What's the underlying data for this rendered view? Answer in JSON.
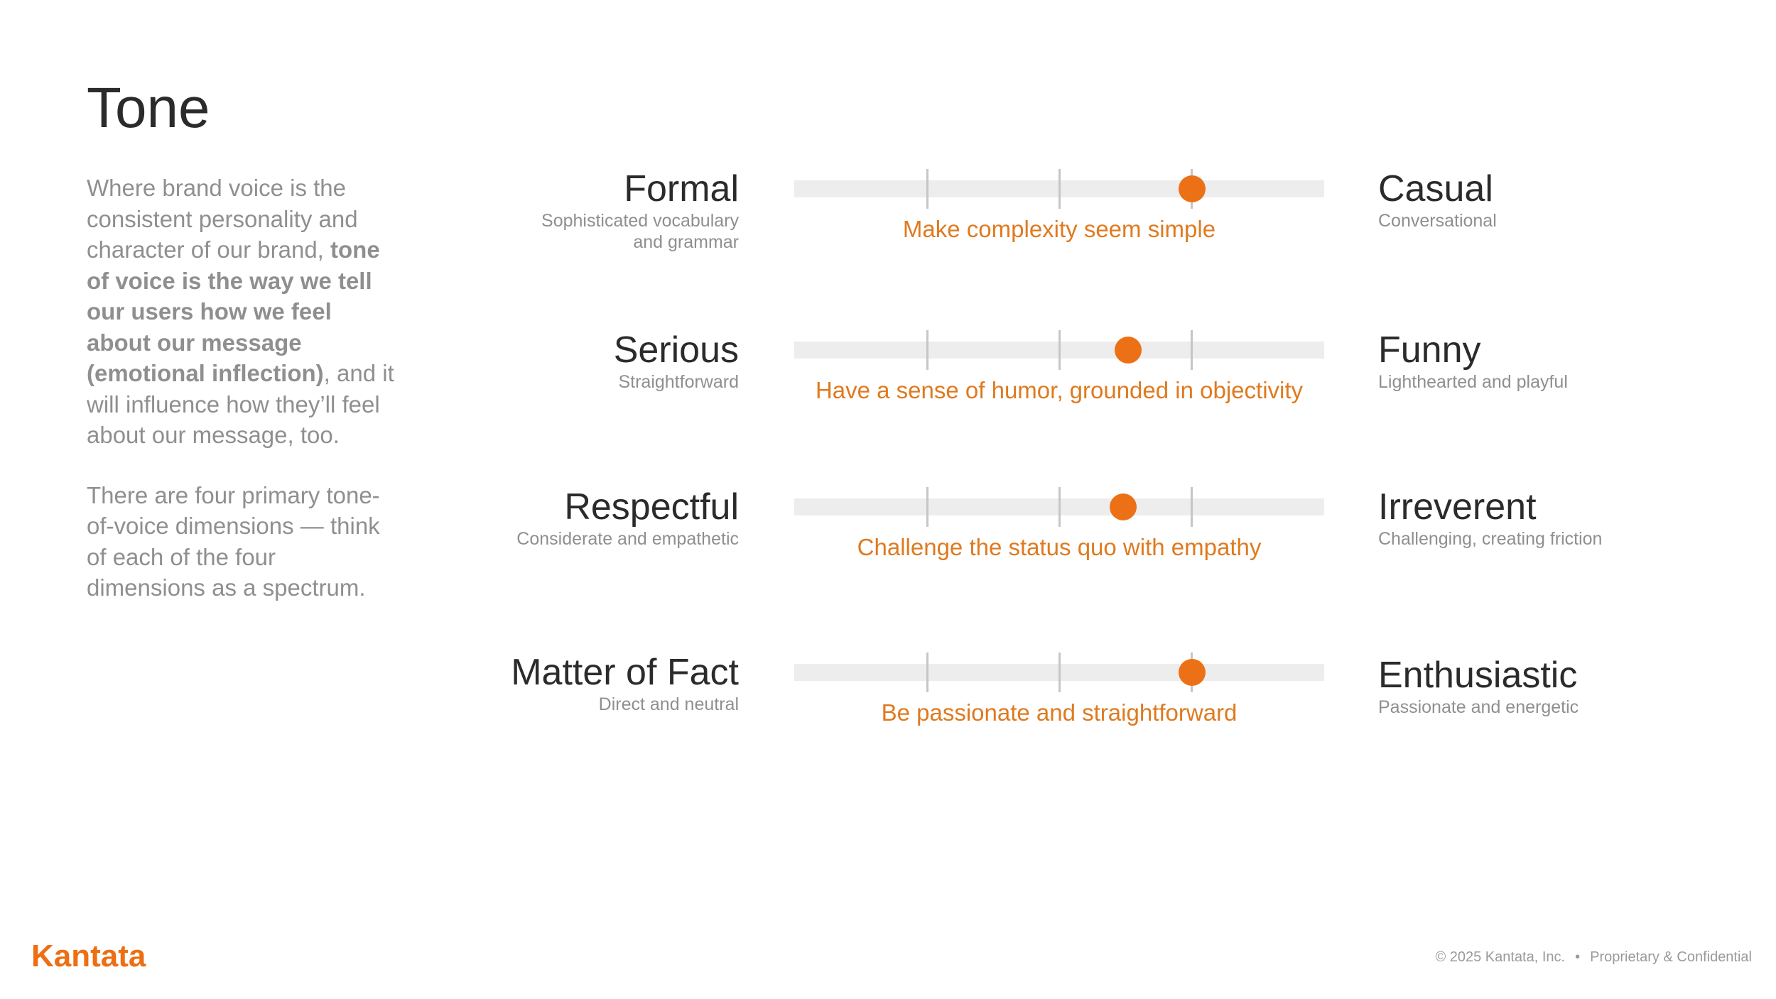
{
  "page": {
    "title": "Tone"
  },
  "intro": {
    "p1_a": "Where brand voice is the consistent personality and character of our brand, ",
    "p1_bold": "tone of voice is the way we tell our users how we feel about our message (emotional inflection)",
    "p1_b": ", and it will influence how they’ll feel about our message, too.",
    "p2": "There are four primary tone-of-voice dimensions — think of each of the four dimensions as a spectrum."
  },
  "dimensions": [
    {
      "left_term": "Formal",
      "left_desc": "Sophisticated vocabulary\nand grammar",
      "right_term": "Casual",
      "right_desc": "Conversational",
      "guidance": "Make complexity seem simple",
      "level_percent": 75
    },
    {
      "left_term": "Serious",
      "left_desc": "Straightforward",
      "right_term": "Funny",
      "right_desc": "Lighthearted and playful",
      "guidance": "Have a sense of humor, grounded in objectivity",
      "level_percent": 63
    },
    {
      "left_term": "Respectful",
      "left_desc": "Considerate and empathetic",
      "right_term": "Irreverent",
      "right_desc": "Challenging, creating friction",
      "guidance": "Challenge the status quo with empathy",
      "level_percent": 62
    },
    {
      "left_term": "Matter of Fact",
      "left_desc": "Direct and neutral",
      "right_term": "Enthusiastic",
      "right_desc": "Passionate and energetic",
      "guidance": "Be passionate and straightforward",
      "level_percent": 75
    }
  ],
  "colors": {
    "accent": "#ec7116",
    "guidance_text": "#df7a1f",
    "track": "#ededed",
    "tick": "#c6c6c6",
    "heading": "#2b2b2b",
    "muted": "#8f8f8f"
  },
  "footer": {
    "logo": "Kantata",
    "copyright": "© 2025 Kantata, Inc.",
    "separator": "•",
    "confidential": "Proprietary & Confidential"
  }
}
